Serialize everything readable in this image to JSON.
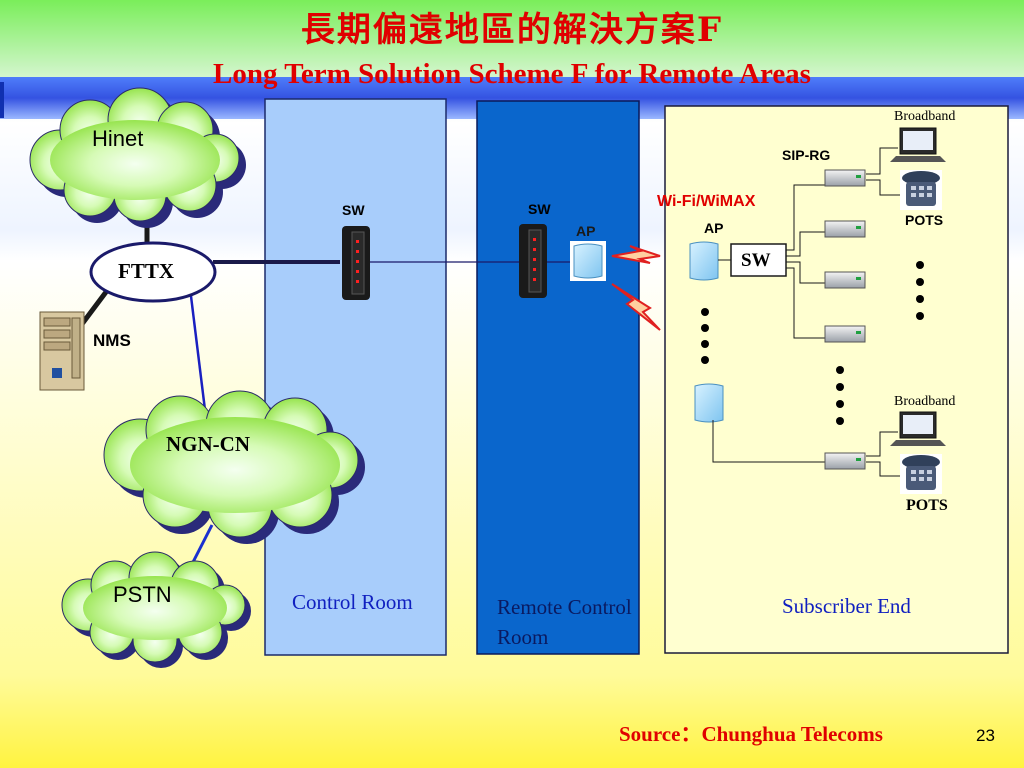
{
  "title": {
    "zh": "長期偏遠地區的解決方案F",
    "en": "Long Term Solution Scheme F for Remote Areas"
  },
  "clouds": {
    "hinet": "Hinet",
    "ngn": "NGN-CN",
    "pstn": "PSTN"
  },
  "nodes": {
    "fttx": "FTTX",
    "nms": "NMS",
    "sw_control": "SW",
    "sw_remote": "SW",
    "ap_remote": "AP",
    "ap_subscriber": "AP",
    "sw_subscriber": "SW",
    "sip_rg": "SIP-RG",
    "wireless": "Wi-Fi/WiMAX",
    "broadband_top": "Broadband",
    "pots_top": "POTS",
    "broadband_bottom": "Broadband",
    "pots_bottom": "POTS"
  },
  "rooms": {
    "control": "Control Room",
    "remote": "Remote Control Room",
    "subscriber": "Subscriber End"
  },
  "footer": {
    "source": "Source：Chunghua Telecoms",
    "page": "23"
  },
  "colors": {
    "title": "#e00000",
    "control_room": "#a8cdfb",
    "remote_room": "#0a66cc",
    "subscriber_panel": "#ffffd0",
    "cloud_fill": "#b8f06a"
  }
}
